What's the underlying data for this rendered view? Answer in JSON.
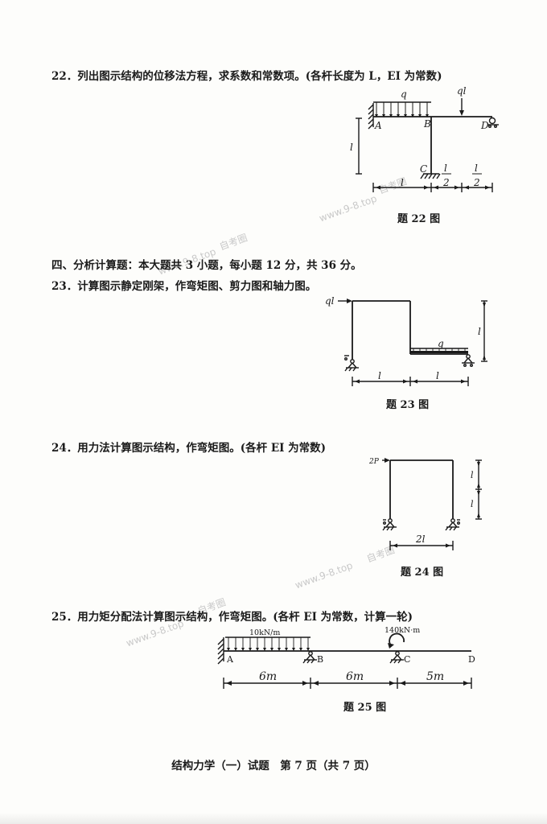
{
  "q22": {
    "text": "22．列出图示结构的位移法方程，求系数和常数项。(各杆长度为 L，EI 为常数)",
    "caption": "题 22 图",
    "labels": {
      "q": "q",
      "ql": "ql",
      "A": "A",
      "B": "B",
      "C": "C",
      "D": "D",
      "l": "l",
      "half_num": "l",
      "half_den": "2"
    }
  },
  "section4": "四、分析计算题：本大题共 3 小题，每小题 12 分，共 36 分。",
  "q23": {
    "text": "23．计算图示静定刚架，作弯矩图、剪力图和轴力图。",
    "caption": "题 23 图",
    "labels": {
      "ql": "ql",
      "q": "q",
      "l": "l"
    }
  },
  "q24": {
    "text": "24．用力法计算图示结构，作弯矩图。(各杆 EI 为常数)",
    "caption": "题 24 图",
    "labels": {
      "P": "2P",
      "l": "l",
      "span": "2l"
    }
  },
  "q25": {
    "text": "25．用力矩分配法计算图示结构，作弯矩图。(各杆 EI 为常数，计算一轮)",
    "caption": "题 25 图",
    "labels": {
      "load": "10kN/m",
      "moment": "140kN·m",
      "A": "A",
      "B": "B",
      "C": "C",
      "D": "D",
      "d1": "6m",
      "d2": "6m",
      "d3": "5m"
    }
  },
  "footer": "结构力学（一）试题　第 7 页（共 7 页）",
  "watermarks": [
    "www.9-8.top",
    "自考圈",
    "www.9-8.top",
    "自考圈",
    "www.9-8.top",
    "自考圈",
    "www.9-8.top",
    "自考圈"
  ]
}
